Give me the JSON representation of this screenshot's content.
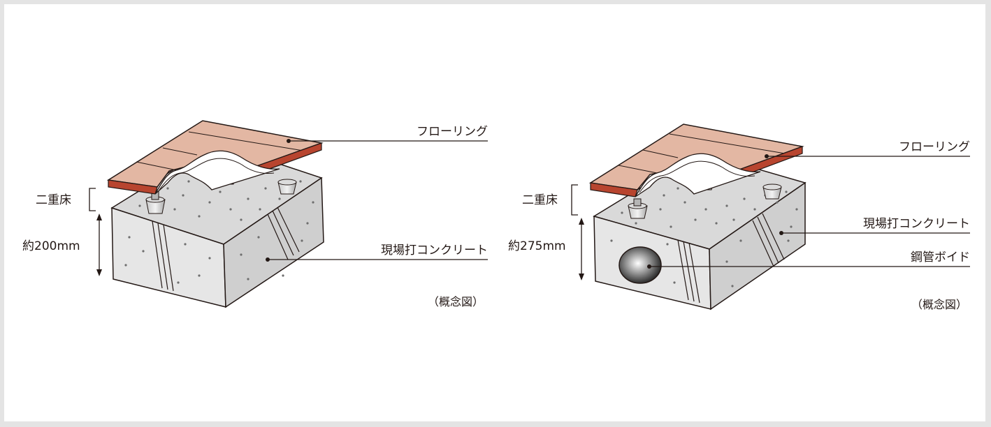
{
  "left_figure": {
    "label_flooring": "フローリング",
    "label_double_floor": "二重床",
    "label_height": "約200mm",
    "label_concrete": "現場打コンクリート",
    "label_note": "（概念図）"
  },
  "right_figure": {
    "label_flooring": "フローリング",
    "label_double_floor": "二重床",
    "label_height": "約275mm",
    "label_concrete": "現場打コンクリート",
    "label_void": "鋼管ボイド",
    "label_note": "（概念図）"
  },
  "colors": {
    "background": "#e4e4e4",
    "panel": "#ffffff",
    "concrete_top": "#d9d9d9",
    "concrete_front": "#e6e6e6",
    "concrete_side": "#c9c9c9",
    "flooring_top": "#e3b7a3",
    "flooring_edge": "#b8452f",
    "line": "#231815"
  }
}
